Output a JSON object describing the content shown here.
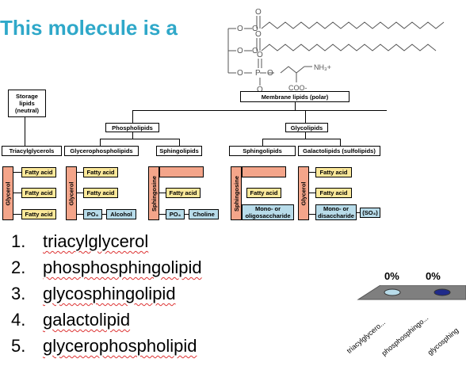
{
  "title": "This molecule is a",
  "molecule": {
    "amine": "NH₃+",
    "carboxylate": "COO-"
  },
  "diagram": {
    "storage": "Storage lipids (neutral)",
    "membrane": "Membrane lipids (polar)",
    "phospholipids": "Phospholipids",
    "glycolipids": "Glycolipids",
    "triacylglycerols": "Triacylglycerols",
    "glycerophospholipids": "Glycerophospholipids",
    "sphingolipids_a": "Sphingolipids",
    "sphingolipids_b": "Sphingolipids",
    "galactolipids": "Galactolipids (sulfolipids)",
    "glycerol": "Glycerol",
    "sphingosine": "Sphingosine",
    "fatty_acid": "Fatty acid",
    "po4": "PO₄",
    "alcohol": "Alcohol",
    "choline": "Choline",
    "mono_oligo": "Mono- or oligosaccharide",
    "mono_di": "Mono- or disaccharide",
    "so4": "(SO₄)"
  },
  "choices": [
    {
      "num": "1.",
      "text": "triacylglycerol"
    },
    {
      "num": "2.",
      "text": "phosphosphingolipid"
    },
    {
      "num": "3.",
      "text": "glycosphingolipid"
    },
    {
      "num": "4.",
      "text": "galactolipid"
    },
    {
      "num": "5.",
      "text": "glycerophospholipid"
    }
  ],
  "chart_data": {
    "type": "bar",
    "categories": [
      "triacylglycero...",
      "phosphosphingo...",
      "glycosphing"
    ],
    "values": [
      0,
      0,
      0
    ],
    "value_labels": [
      "0%",
      "0%"
    ],
    "colors": [
      "#b8dcea",
      "#1f2a8a"
    ]
  }
}
